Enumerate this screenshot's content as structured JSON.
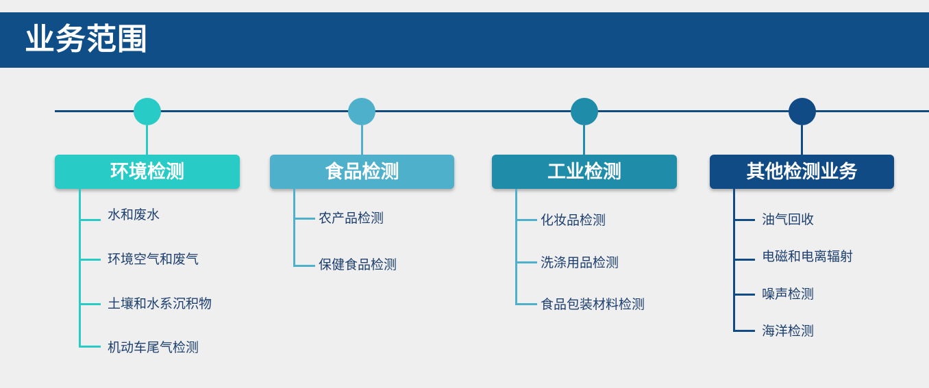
{
  "header": {
    "title": "业务范围"
  },
  "categories": [
    {
      "label": "环境检测",
      "color": "#28cbc5",
      "items": [
        "水和废水",
        "环境空气和废气",
        "土壤和水系沉积物",
        "机动车尾气检测"
      ]
    },
    {
      "label": "食品检测",
      "color": "#4fb0cb",
      "items": [
        "农产品检测",
        "保健食品检测"
      ]
    },
    {
      "label": "工业检测",
      "color": "#1f8ca9",
      "items": [
        "化妆品检测",
        "洗涤用品检测",
        "食品包装材料检测"
      ]
    },
    {
      "label": "其他检测业务",
      "color": "#114b85",
      "items": [
        "油气回收",
        "电磁和电离辐射",
        "噪声检测",
        "海洋检测"
      ]
    }
  ]
}
